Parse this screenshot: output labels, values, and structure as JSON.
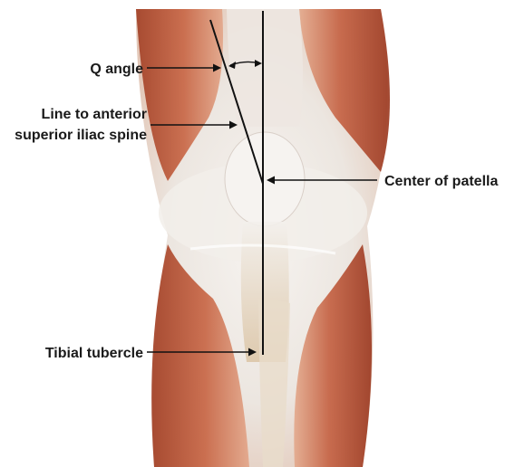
{
  "labels": {
    "q_angle": "Q angle",
    "line_asis_1": "Line to anterior",
    "line_asis_2": "superior iliac spine",
    "center_patella": "Center of patella",
    "tibial_tubercle": "Tibial tubercle"
  }
}
